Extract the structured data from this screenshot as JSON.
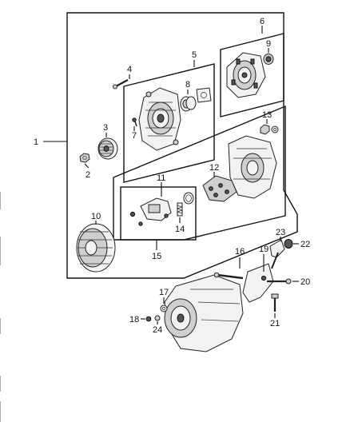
{
  "callouts": [
    "1",
    "2",
    "3",
    "4",
    "5",
    "6",
    "7",
    "8",
    "9",
    "10",
    "11",
    "12",
    "13",
    "14",
    "15",
    "16",
    "17",
    "18",
    "19",
    "20",
    "21",
    "22",
    "23",
    "24"
  ],
  "parts": {
    "alternator_assembly": {
      "callout": "1",
      "icon": "alternator-exploded-kit"
    },
    "nut_pulley": {
      "callout": "2",
      "icon": "hex-nut-icon"
    },
    "pulley": {
      "callout": "3",
      "icon": "pulley-icon"
    },
    "bolt_through": {
      "callout": "4",
      "icon": "bolt-icon"
    },
    "front_housing": {
      "callout": "5",
      "icon": "housing-icon"
    },
    "rear_housing": {
      "callout": "6",
      "icon": "housing-icon"
    },
    "screw": {
      "callout": "7",
      "icon": "screw-icon"
    },
    "bearing_front": {
      "callout": "8",
      "icon": "bearing-icon"
    },
    "bearing_rear": {
      "callout": "9",
      "icon": "bearing-icon"
    },
    "rotor": {
      "callout": "10",
      "icon": "rotor-icon"
    },
    "regulator_kit": {
      "callout": "11",
      "icon": "regulator-icon"
    },
    "rectifier": {
      "callout": "12",
      "icon": "rectifier-icon"
    },
    "terminal_nut": {
      "callout": "13",
      "icon": "nut-icon"
    },
    "brush_spring": {
      "callout": "14",
      "icon": "spring-icon"
    },
    "brush_holder_kit": {
      "callout": "15",
      "icon": "brush-holder-icon"
    },
    "bolt_long": {
      "callout": "16",
      "icon": "bolt-icon"
    },
    "washer": {
      "callout": "17",
      "icon": "washer-icon"
    },
    "nut_small": {
      "callout": "18",
      "icon": "nut-icon"
    },
    "bracket": {
      "callout": "19",
      "icon": "bracket-icon"
    },
    "bolt_bracket": {
      "callout": "20",
      "icon": "bolt-icon"
    },
    "bolt_lower": {
      "callout": "21",
      "icon": "bolt-icon"
    },
    "cap": {
      "callout": "22",
      "icon": "cap-icon"
    },
    "strap": {
      "callout": "23",
      "icon": "strap-icon"
    },
    "nut_terminal": {
      "callout": "24",
      "icon": "nut-icon"
    }
  },
  "colors": {
    "line": "#111111",
    "fill_light": "#f2f2f2",
    "fill_mid": "#cfcfcf",
    "fill_dark": "#555555",
    "background": "#ffffff"
  }
}
